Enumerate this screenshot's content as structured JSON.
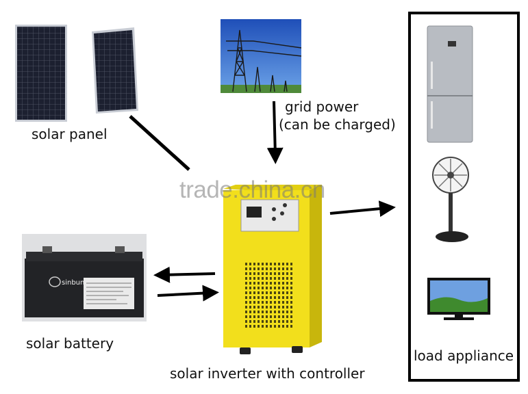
{
  "labels": {
    "solar_panel": "solar panel",
    "grid_power_line1": "grid power",
    "grid_power_line2": "(can be charged)",
    "solar_battery": "solar battery",
    "inverter": "solar inverter with controller",
    "load": "load appliance"
  },
  "watermark": "trade.china.cn",
  "battery_brand": "sinbun",
  "colors": {
    "inverter_body": "#f2df1c",
    "panel_cell": "#1c2030",
    "arrow": "#000000",
    "load_border": "#000000"
  }
}
